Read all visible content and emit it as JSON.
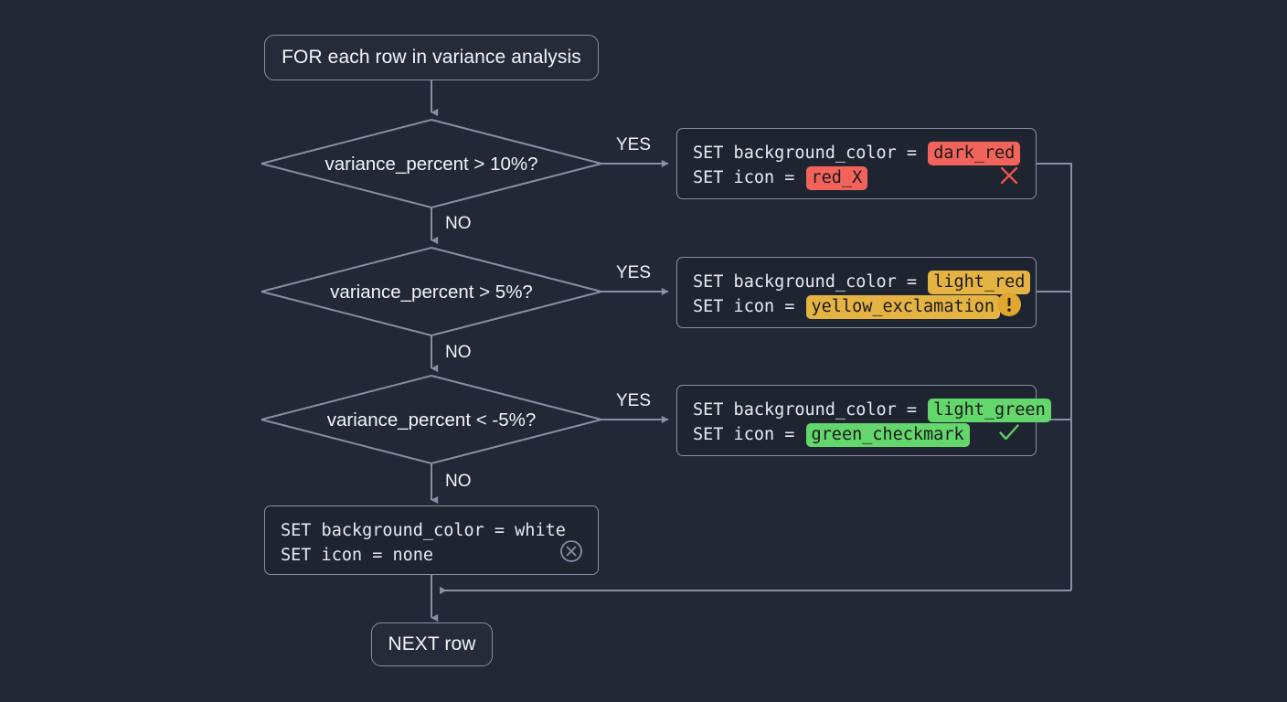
{
  "diagram": {
    "title": "Variance analysis conditional formatting flow",
    "background_color": "#232836",
    "stroke_color": "#868fa3",
    "text_color": "#f2f4f8"
  },
  "start": {
    "label": "FOR each row in variance analysis",
    "shape": "terminal"
  },
  "end": {
    "label": "NEXT row",
    "shape": "terminal"
  },
  "edge_labels": {
    "yes": "YES",
    "no": "NO"
  },
  "decisions": [
    {
      "id": "d1",
      "label": "variance_percent > 10%?"
    },
    {
      "id": "d2",
      "label": "variance_percent > 5%?"
    },
    {
      "id": "d3",
      "label": "variance_percent < -5%?"
    }
  ],
  "actions": [
    {
      "id": "a1",
      "line1_prefix": "SET background_color = ",
      "line1_value": "dark_red",
      "line1_value_color": "#f2635c",
      "line2_prefix": "SET icon = ",
      "line2_value": "red_X",
      "line2_value_color": "#f2635c",
      "icon": "red-x-icon",
      "icon_color": "#e8554d"
    },
    {
      "id": "a2",
      "line1_prefix": "SET background_color = ",
      "line1_value": "light_red",
      "line1_value_color": "#e5b342",
      "line2_prefix": "SET icon = ",
      "line2_value": "yellow_exclamation",
      "line2_value_color": "#e5b342",
      "icon": "yellow-exclamation-icon",
      "icon_color": "#e0a82e"
    },
    {
      "id": "a3",
      "line1_prefix": "SET background_color = ",
      "line1_value": "light_green",
      "line1_value_color": "#63d66c",
      "line2_prefix": "SET icon = ",
      "line2_value": "green_checkmark",
      "line2_value_color": "#63d66c",
      "icon": "green-checkmark-icon",
      "icon_color": "#5fcb63"
    },
    {
      "id": "a4",
      "line1_prefix": "SET background_color = white",
      "line1_value": "",
      "line1_value_color": "",
      "line2_prefix": "SET icon = none",
      "line2_value": "",
      "line2_value_color": "",
      "icon": "circled-x-icon",
      "icon_color": "#868fa3"
    }
  ]
}
